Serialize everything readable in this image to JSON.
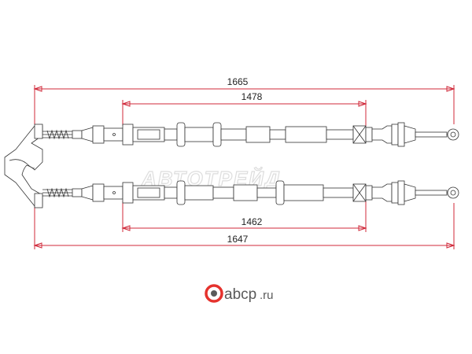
{
  "dimensions": {
    "top_outer": "1665",
    "top_inner": "1478",
    "bottom_inner": "1462",
    "bottom_outer": "1647"
  },
  "watermark": "АВТОТРЕЙД",
  "logo": {
    "name": "abcp",
    "domain": ".ru",
    "icon": "eye-circle-icon"
  },
  "colors": {
    "dimension_lines": "#d0293a",
    "outline": "#333333",
    "logo_ring": "#e5322d"
  }
}
